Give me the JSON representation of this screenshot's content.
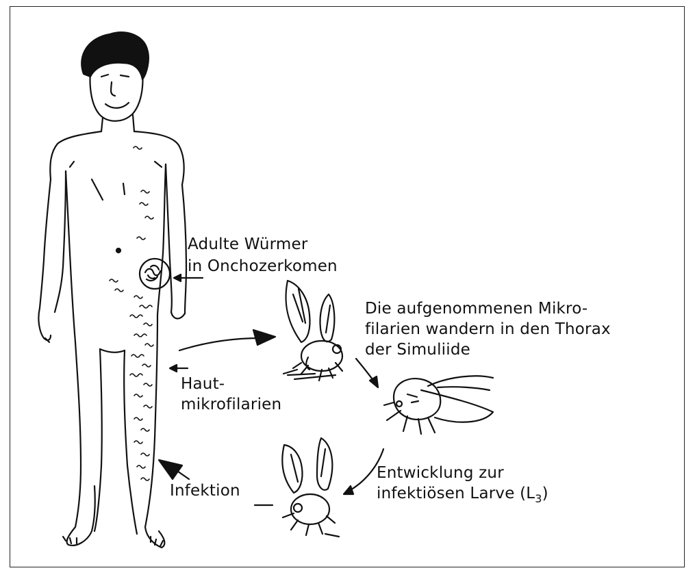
{
  "labels": {
    "adult_worms": {
      "line1": "Adulte Würmer",
      "line2": "in Onchozerkomen"
    },
    "thorax_migration": {
      "line1": "Die aufgenommenen Mikro-",
      "line2": "filarien wandern in den Thorax",
      "line3": "der Simuliide"
    },
    "skin_microfilariae": {
      "line1": "Haut-",
      "line2": "mikrofilarien"
    },
    "infection": "Infektion",
    "development": {
      "line1": "Entwicklung zur",
      "line2_text": "infektiösen Larve (L",
      "line2_subscript": "3",
      "line2_close": ")"
    }
  },
  "colors": {
    "ink": "#111111",
    "background": "#ffffff"
  }
}
